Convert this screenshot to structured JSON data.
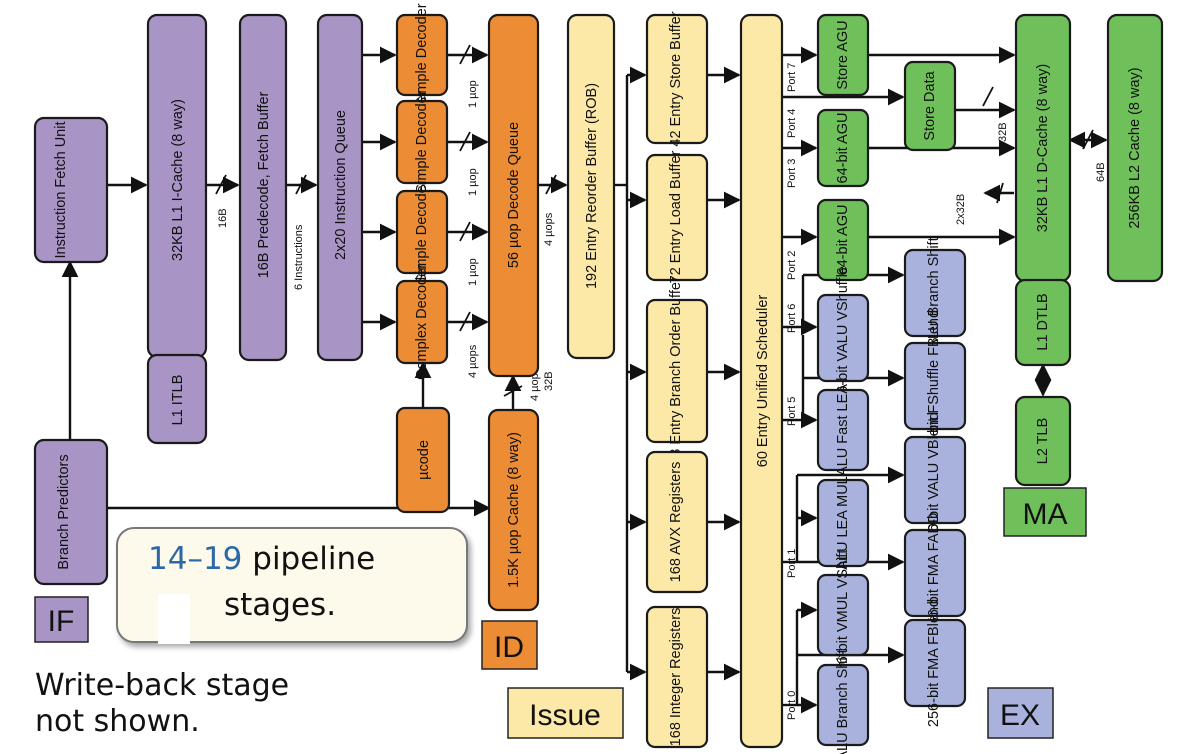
{
  "blocks": {
    "fetch": "Instruction Fetch Unit",
    "icache": "32KB L1 I-Cache (8 way)",
    "itlb": "L1 ITLB",
    "predecode": "16B Predecode, Fetch Buffer",
    "iq": "2x20 Instruction Queue",
    "branch_pred": "Branch Predictors",
    "simple_decoder": "Simple Decoder",
    "complex_decoder": "Complex Decoder",
    "ucode": "µcode",
    "decode_queue": "56 µop Decode Queue",
    "uop_cache": "1.5K µop Cache (8 way)",
    "rob": "192 Entry Reorder Buffer (ROB)",
    "store_buf": "42 Entry Store Buffer",
    "load_buf": "72 Entry Load Buffer",
    "branch_buf": "48 Entry Branch Order Buffer",
    "avx_reg": "168 AVX Registers",
    "int_reg": "168 Integer Registers",
    "scheduler": "60 Entry Unified Scheduler",
    "store_agu": "Store AGU",
    "store_data": "Store Data",
    "agu64": "64-bit AGU",
    "dcache": "32KB L1 D-Cache (8 way)",
    "l2cache": "256KB L2 Cache (8 way)",
    "dtlb": "L1 DTLB",
    "l2tlb": "L2 TLB",
    "alu_branch_shift": "ALU Branch Shift",
    "vshuffle": "256-bit VALU VShuffle",
    "fshuffle": "256-bit FShuffle FBlend",
    "alu_fast_lea": "ALU Fast LEA",
    "valu_vblend": "256-bit VALU VBlend",
    "alu_lea_mul": "ALU LEA MUL",
    "fma_fadd": "256-bit FMA FADD",
    "vmul_vshift": "256-bit VMUL VShift",
    "fma_fblend": "256-bit FMA FBlend"
  },
  "wire_labels": {
    "b16": "16B",
    "instr6": "6 Instructions",
    "uop1": "1 µop",
    "uops4": "4 µops",
    "uops4_32b_a": "4 µops",
    "uops4_32b_b": "32B",
    "b32": "32B",
    "b64": "64B",
    "x2_32b": "2x32B"
  },
  "ports": [
    "Port 0",
    "Port 1",
    "Port 5",
    "Port 6",
    "Port 2",
    "Port 3",
    "Port 4",
    "Port 7"
  ],
  "stages": {
    "if": "IF",
    "id": "ID",
    "issue": "Issue",
    "ex": "EX",
    "ma": "MA"
  },
  "colors": {
    "if": "#a994c6",
    "id": "#ec8c35",
    "issue": "#fce9a8",
    "ma": "#6fbf5a",
    "ex": "#a8b2dc"
  },
  "callout": {
    "range": "14–19",
    "pipeline": " pipeline",
    "stages": "stages."
  },
  "note": {
    "line1": "Write-back stage",
    "line2": "not shown."
  }
}
